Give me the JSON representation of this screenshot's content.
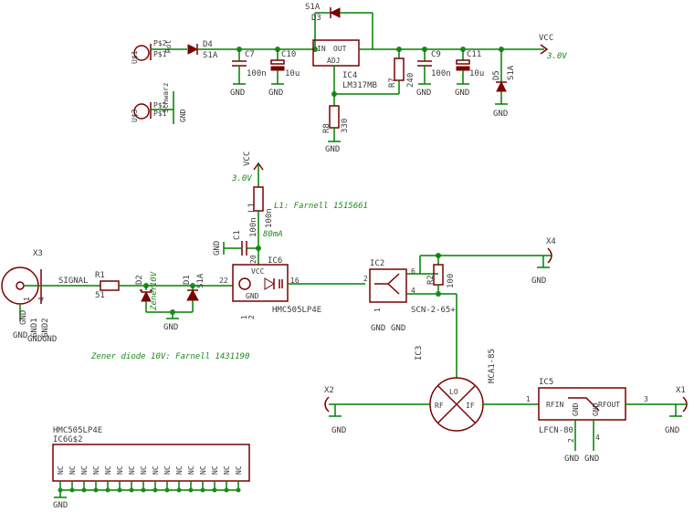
{
  "labels": {
    "d3_name": "D3",
    "d3_value": "S1A",
    "d4_name": "D4",
    "d4_value": "S1A",
    "c7": "C7",
    "c10": "C10",
    "c10_value": "10u",
    "c7_value": "100n",
    "ic4_name": "IC4",
    "ic4_value": "LM317MB",
    "ic4_in": "IN",
    "ic4_out": "OUT",
    "ic4_adj": "ADJ",
    "r7_name": "R7",
    "r7_value": "240",
    "r8_name": "R8",
    "r8_value": "330",
    "c9": "C9",
    "c9_value": "100n",
    "c11": "C11",
    "c11_value": "10u",
    "d5_name": "D5",
    "d5_value": "S1A",
    "vcc_top": "VCC",
    "vcc_top_volt": "3.0V",
    "u1_name": "U$1",
    "u1_pin1": "P$1",
    "u1_pin2": "P$2",
    "u1_label": "Rot",
    "u3_name": "U$3",
    "u3_pin1": "P$1",
    "u3_pin2": "P$2",
    "u3_label": "Schwarz",
    "gnd": "GND",
    "vcc_mid": "VCC",
    "vcc_mid_volt": "3.0V",
    "l1_name": "L1",
    "l1_value": "100n",
    "l1_note": "L1: Farnell 1515661",
    "current_note": "80mA",
    "c1_name": "C1",
    "c1_value": "100n",
    "x3_name": "X3",
    "signal": "SIGNAL",
    "r1_name": "R1",
    "r1_value": "51",
    "d2_name": "D2",
    "d2_value": "10V",
    "d2_extra": "Zener",
    "d1_name": "D1",
    "d1_value": "S1A",
    "ic6_name": "IC6",
    "ic6_value": "HMC505LP4E",
    "ic6_vcc": "VCC",
    "ic6_gnd": "GND",
    "pin22": "22",
    "pin16": "16",
    "pin20": "20",
    "ic2_name": "IC2",
    "ic2_value": "SCN-2-65+",
    "pin2": "2",
    "pin6": "6",
    "pin4": "4",
    "pin1": "1",
    "r2_name": "R2",
    "r2_value": "100",
    "x4_name": "X4",
    "zener_note": "Zener diode 10V: Farnell 1431190",
    "ic3_name": "IC3",
    "ic3_value": "MCA1-85",
    "mixer_lo": "LO",
    "mixer_rf": "RF",
    "mixer_if": "IF",
    "x2_name": "X2",
    "x1_name": "X1",
    "ic5_name": "IC5",
    "ic5_value": "LFCN-80",
    "ic5_rfin": "RFIN",
    "ic5_rfout": "RFOUT",
    "ic5_pin1": "1",
    "ic5_pin3": "3",
    "ic5_pin2": "2",
    "ic5_pin4": "4",
    "ic6b_name": "HMC505LP4E",
    "ic6b_sub": "IC6G$2",
    "nc": "NC",
    "gnd1": "GND1",
    "gnd2": "GND2"
  },
  "colors": {
    "wire": "#008000",
    "part": "#7a0000",
    "text": "#3a3a3a",
    "note": "#1c8a1c"
  }
}
